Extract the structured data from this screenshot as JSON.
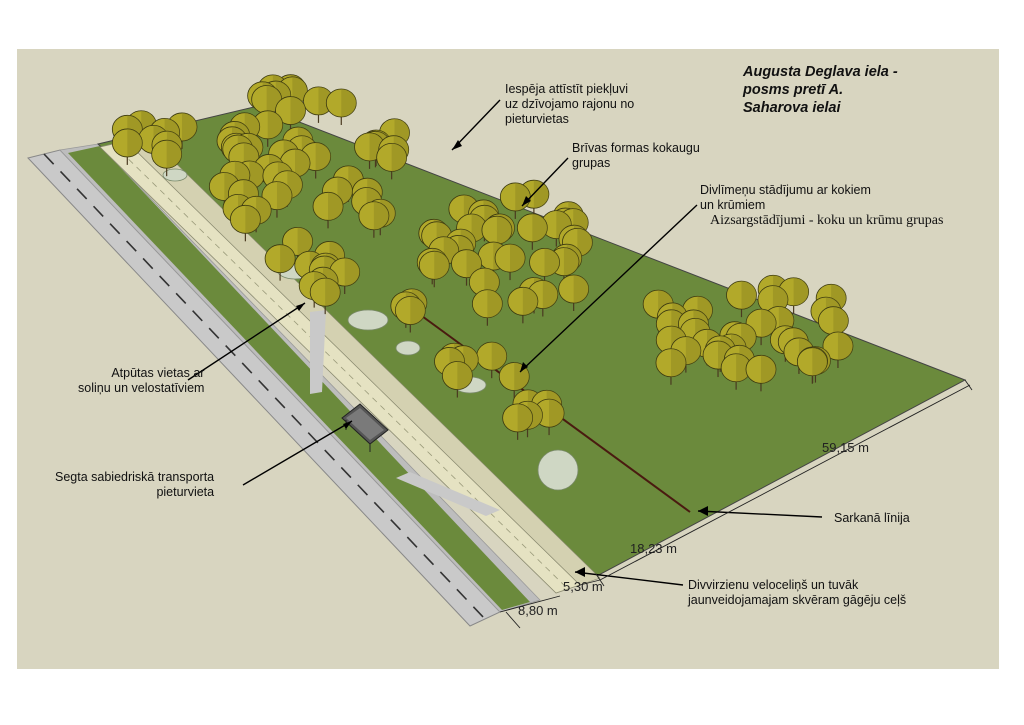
{
  "title": {
    "line1": "Augusta Deglava iela -",
    "line2": " posms pretī A.",
    "line3": "Saharova ielai"
  },
  "annotations": {
    "access": {
      "line1": "Iespēja attīstīt piekļuvi",
      "line2": "uz dzīvojamo rajonu no",
      "line3": "pieturvietas"
    },
    "free_form": {
      "line1": "Brīvas formas kokaugu",
      "line2": "grupas"
    },
    "two_tier": {
      "line1": "Divlīmeņu stādījumu ar kokiem",
      "line2": "un krūmiem"
    },
    "protective": "Aizsargstādījumi - koku un krūmu grupas",
    "rest": {
      "line1": "Atpūtas vietas ar",
      "line2": "soliņu un velostatīviem"
    },
    "stop": {
      "line1": "Segta sabiedriskā transporta",
      "line2": "pieturvieta"
    },
    "red_line": "Sarkanā līnija",
    "cycle": {
      "line1": "Divvirzienu veloceliņš un tuvāk",
      "line2": "jaunveidojamajam skvēram gāgēju ceļš"
    }
  },
  "dimensions": {
    "length": "59,15 m",
    "width_green": "18,23 m",
    "width_path": "5,30 m",
    "width_road": "8,80 m"
  },
  "colors": {
    "background": "#d8d5c0",
    "grass": "#6b8a3c",
    "grass_dark": "#5d7a32",
    "road": "#c9c9c9",
    "path": "#e5e2c2",
    "tree": "#b2a92a",
    "tree_dark": "#8a8320",
    "red_line": "#4a1a10"
  }
}
